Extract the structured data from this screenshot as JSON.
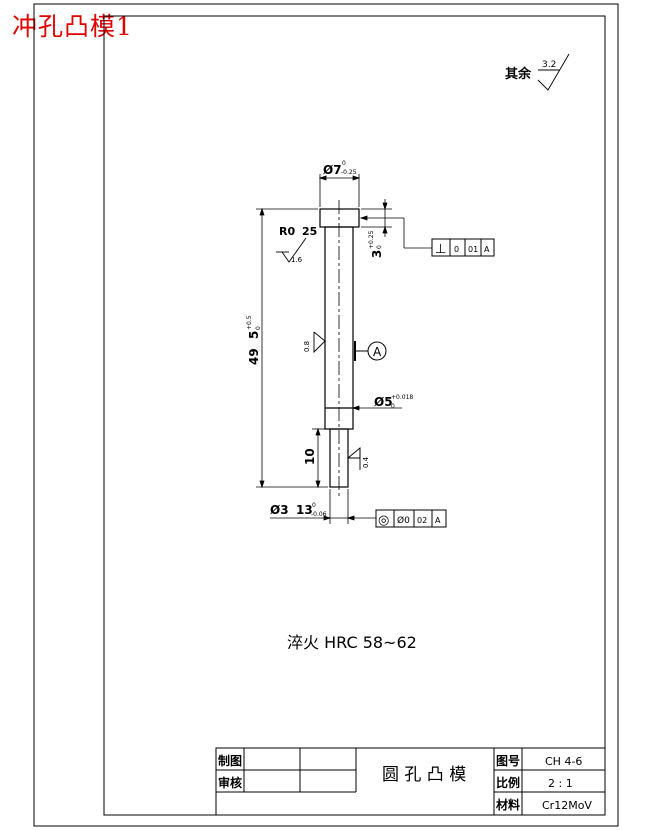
{
  "heading": "冲孔凸模1",
  "colors": {
    "heading": "#e00000",
    "line": "#000000"
  },
  "surface_note": {
    "label": "其余",
    "value": "3.2"
  },
  "dimensions": {
    "head_dia": "Ø7",
    "head_dia_tol_upper": "0",
    "head_dia_tol_lower": "-0.25",
    "head_thk": "3",
    "head_thk_tol_upper": "+0.25",
    "head_thk_tol_lower": "0",
    "fillet": "R0",
    "fillet_value": "25",
    "length": "49",
    "length_frac": "5",
    "length_tol_upper": "+0.5",
    "length_tol_lower": "0",
    "shank_dia": "Ø5",
    "shank_tol_upper": "+0.018",
    "shank_tol_lower": "0",
    "tip_len": "10",
    "tip_dia": "Ø3",
    "tip_dia2": "13",
    "tip_tol_upper": "0",
    "tip_tol_lower": "-0.06"
  },
  "roughness": {
    "head": "1.6",
    "shank": "0.8",
    "tip": "0.4"
  },
  "datum": "A",
  "tolerance_frames": {
    "perpendicularity": {
      "symbol": "⊥",
      "c1": "0",
      "c2": "01",
      "c3": "A"
    },
    "concentricity": {
      "symbol": "◎",
      "c1": "Ø0",
      "c2": "02",
      "c3": "A"
    }
  },
  "note": "淬火 HRC 58~62",
  "title_block": {
    "drawn": "制图",
    "checked": "审核",
    "part_name": "圆 孔 凸 模",
    "drawing_no_label": "图号",
    "drawing_no": "CH 4-6",
    "scale_label": "比例",
    "scale": "2 : 1",
    "material_label": "材料",
    "material": "Cr12MoV"
  }
}
